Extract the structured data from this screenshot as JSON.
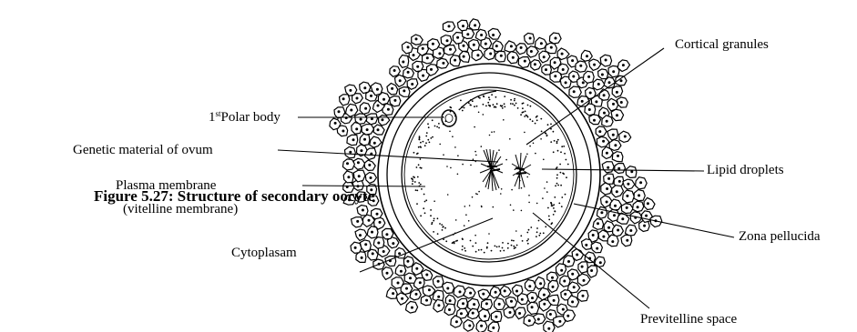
{
  "labels": {
    "cortical_granules": "Cortical granules",
    "polar_body_sup": "st",
    "polar_body_pre": "1",
    "polar_body_text": "Polar  body",
    "genetic_material": "Genetic material of ovum",
    "plasma_membrane": "Plasma membrane",
    "vitelline_membrane": "(vitelline membrane)",
    "lipid_droplets": "Lipid droplets",
    "zona_pellucida": "Zona pellucida",
    "cytoplasam": "Cytoplasam",
    "previtelline_space": "Previtelline space"
  },
  "caption": "Figure 5.27: Structure of secondary oocyte",
  "colors": {
    "ink": "#000000",
    "background": "#ffffff"
  }
}
